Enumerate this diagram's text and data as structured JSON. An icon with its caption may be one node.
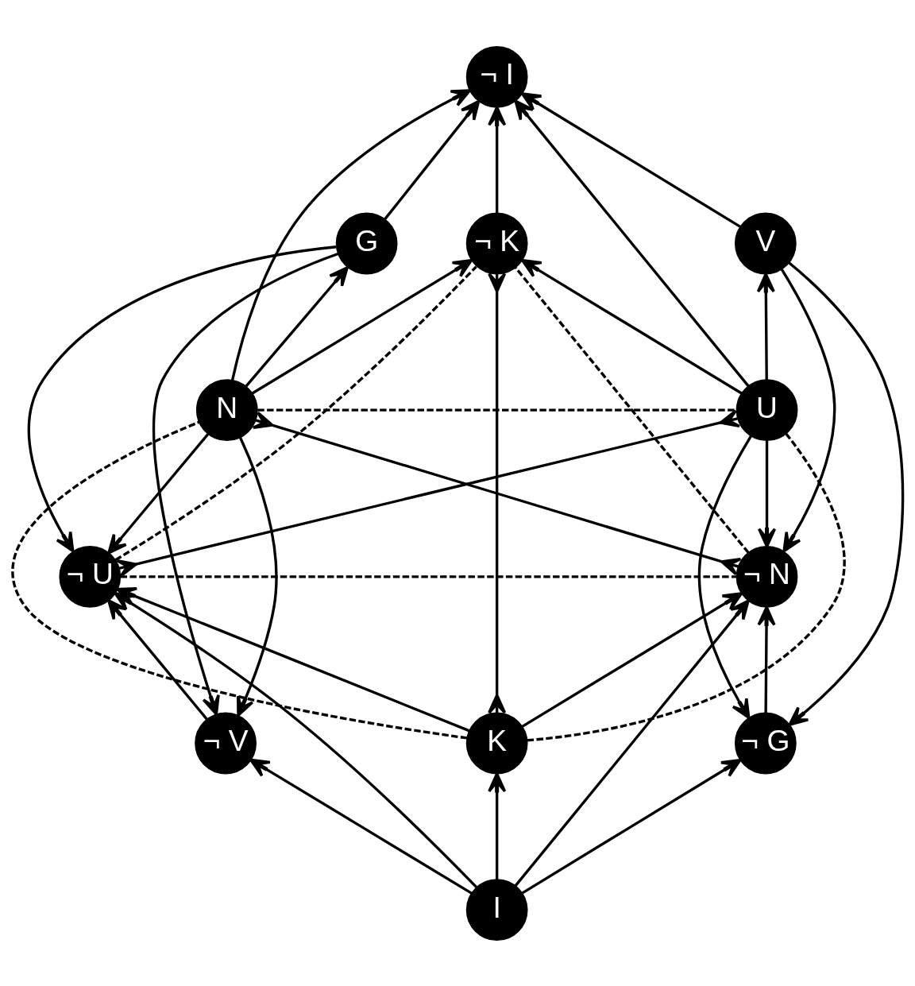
{
  "diagram": {
    "nodes": [
      {
        "text": [
          "¬ I"
        ]
      },
      {
        "text": [
          "G"
        ]
      },
      {
        "text": [
          "¬ K"
        ]
      },
      {
        "text": [
          "V"
        ]
      },
      {
        "text": [
          "N"
        ]
      },
      {
        "text": [
          "U"
        ]
      },
      {
        "text": [
          "¬ U"
        ]
      },
      {
        "text": [
          "¬ N"
        ]
      },
      {
        "text": [
          "¬ V"
        ]
      },
      {
        "text": [
          "K"
        ]
      },
      {
        "text": [
          "¬ G"
        ]
      },
      {
        "text": [
          "I"
        ]
      }
    ],
    "edges": [
      {
        "from": 1,
        "to": 0,
        "arrow": "to"
      },
      {
        "from": 4,
        "to": 0,
        "arrow": "to"
      },
      {
        "from": 2,
        "to": 0,
        "arrow": "to"
      },
      {
        "from": 5,
        "to": 0,
        "arrow": "to"
      },
      {
        "from": 3,
        "to": 0,
        "arrow": "to"
      },
      {
        "from": 4,
        "to": 1,
        "arrow": "to"
      },
      {
        "from": 1,
        "to": 8,
        "arrow": "to"
      },
      {
        "from": 1,
        "to": 6,
        "arrow": "to"
      },
      {
        "from": 4,
        "to": 2,
        "arrow": "to"
      },
      {
        "from": 5,
        "to": 2,
        "arrow": "to"
      },
      {
        "from": 5,
        "to": 3,
        "arrow": "to"
      },
      {
        "from": 4,
        "to": 6,
        "arrow": "to"
      },
      {
        "from": 4,
        "to": 8,
        "arrow": "to"
      },
      {
        "from": 5,
        "to": 7,
        "arrow": "to"
      },
      {
        "from": 5,
        "to": 10,
        "arrow": "to"
      },
      {
        "from": 3,
        "to": 7,
        "arrow": "to"
      },
      {
        "from": 3,
        "to": 10,
        "arrow": "to"
      },
      {
        "from": 8,
        "to": 6,
        "arrow": "to"
      },
      {
        "from": 9,
        "to": 6,
        "arrow": "to"
      },
      {
        "from": 9,
        "to": 7,
        "arrow": "to"
      },
      {
        "from": 10,
        "to": 7,
        "arrow": "to"
      },
      {
        "from": 11,
        "to": 8,
        "arrow": "to"
      },
      {
        "from": 11,
        "to": 6,
        "arrow": "to"
      },
      {
        "from": 11,
        "to": 9,
        "arrow": "to"
      },
      {
        "from": 11,
        "to": 7,
        "arrow": "to"
      },
      {
        "from": 11,
        "to": 10,
        "arrow": "to"
      },
      {
        "from": 4,
        "to": 5,
        "arrow": "none",
        "style": "dashed"
      },
      {
        "from": 9,
        "to": 4,
        "arrow": "none",
        "style": "dashed"
      },
      {
        "from": 9,
        "to": 5,
        "arrow": "none",
        "style": "dashed"
      },
      {
        "from": 6,
        "to": 2,
        "arrow": "none",
        "style": "dashed"
      },
      {
        "from": 7,
        "to": 2,
        "arrow": "none",
        "style": "dashed"
      },
      {
        "from": 6,
        "to": 7,
        "arrow": "none",
        "style": "dashed"
      },
      {
        "from": 9,
        "to": 2,
        "arrow": "other"
      },
      {
        "from": 7,
        "to": 4,
        "arrow": "other"
      },
      {
        "from": 6,
        "to": 5,
        "arrow": "other"
      }
    ]
  }
}
